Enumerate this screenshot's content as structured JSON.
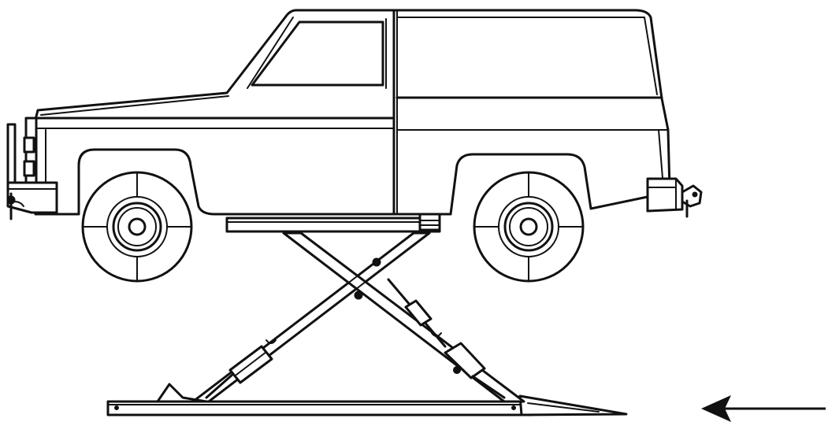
{
  "diagram": {
    "subject": "vehicle-on-scissor-lift",
    "components": [
      "vehicle",
      "front-wheel",
      "rear-wheel",
      "lift-platform",
      "scissor-arms",
      "hydraulic-cylinders",
      "base-frame",
      "drive-on-ramp",
      "direction-arrow"
    ],
    "colors": {
      "stroke": "#111111",
      "background": "#ffffff"
    }
  }
}
